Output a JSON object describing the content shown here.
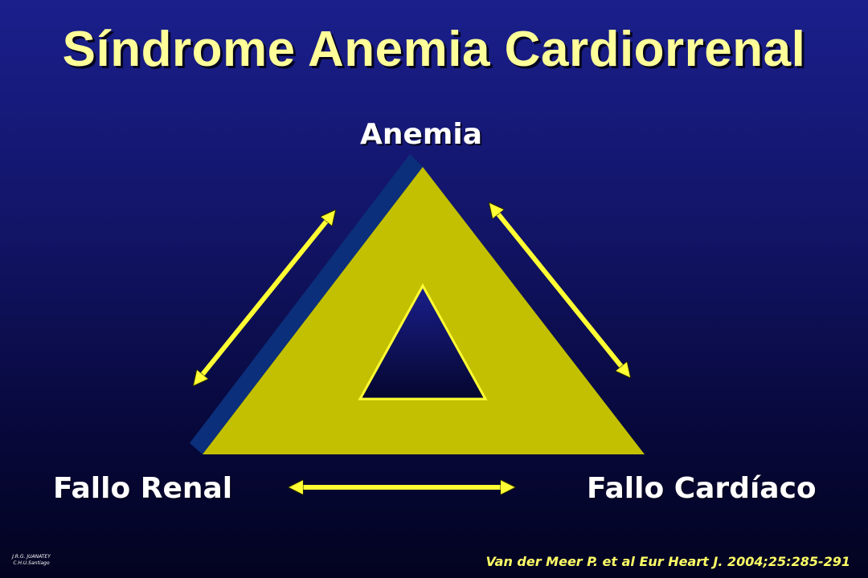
{
  "title": "Síndrome Anemia Cardiorrenal",
  "nodes": {
    "top": "Anemia",
    "bottom_left": "Fallo Renal",
    "bottom_right": "Fallo Cardíaco"
  },
  "citation": "Van der Meer P. et al Eur Heart J. 2004;25:285-291",
  "author": {
    "line1": "J.R.G. JUANATEY",
    "line2": "C.H.U.Santiago"
  },
  "colors": {
    "title": "#ffff99",
    "triangle": "#c2c000",
    "triangle_shadow": "#0b2f7a",
    "arrows": "#ffff33",
    "labels": "#ffffff"
  }
}
